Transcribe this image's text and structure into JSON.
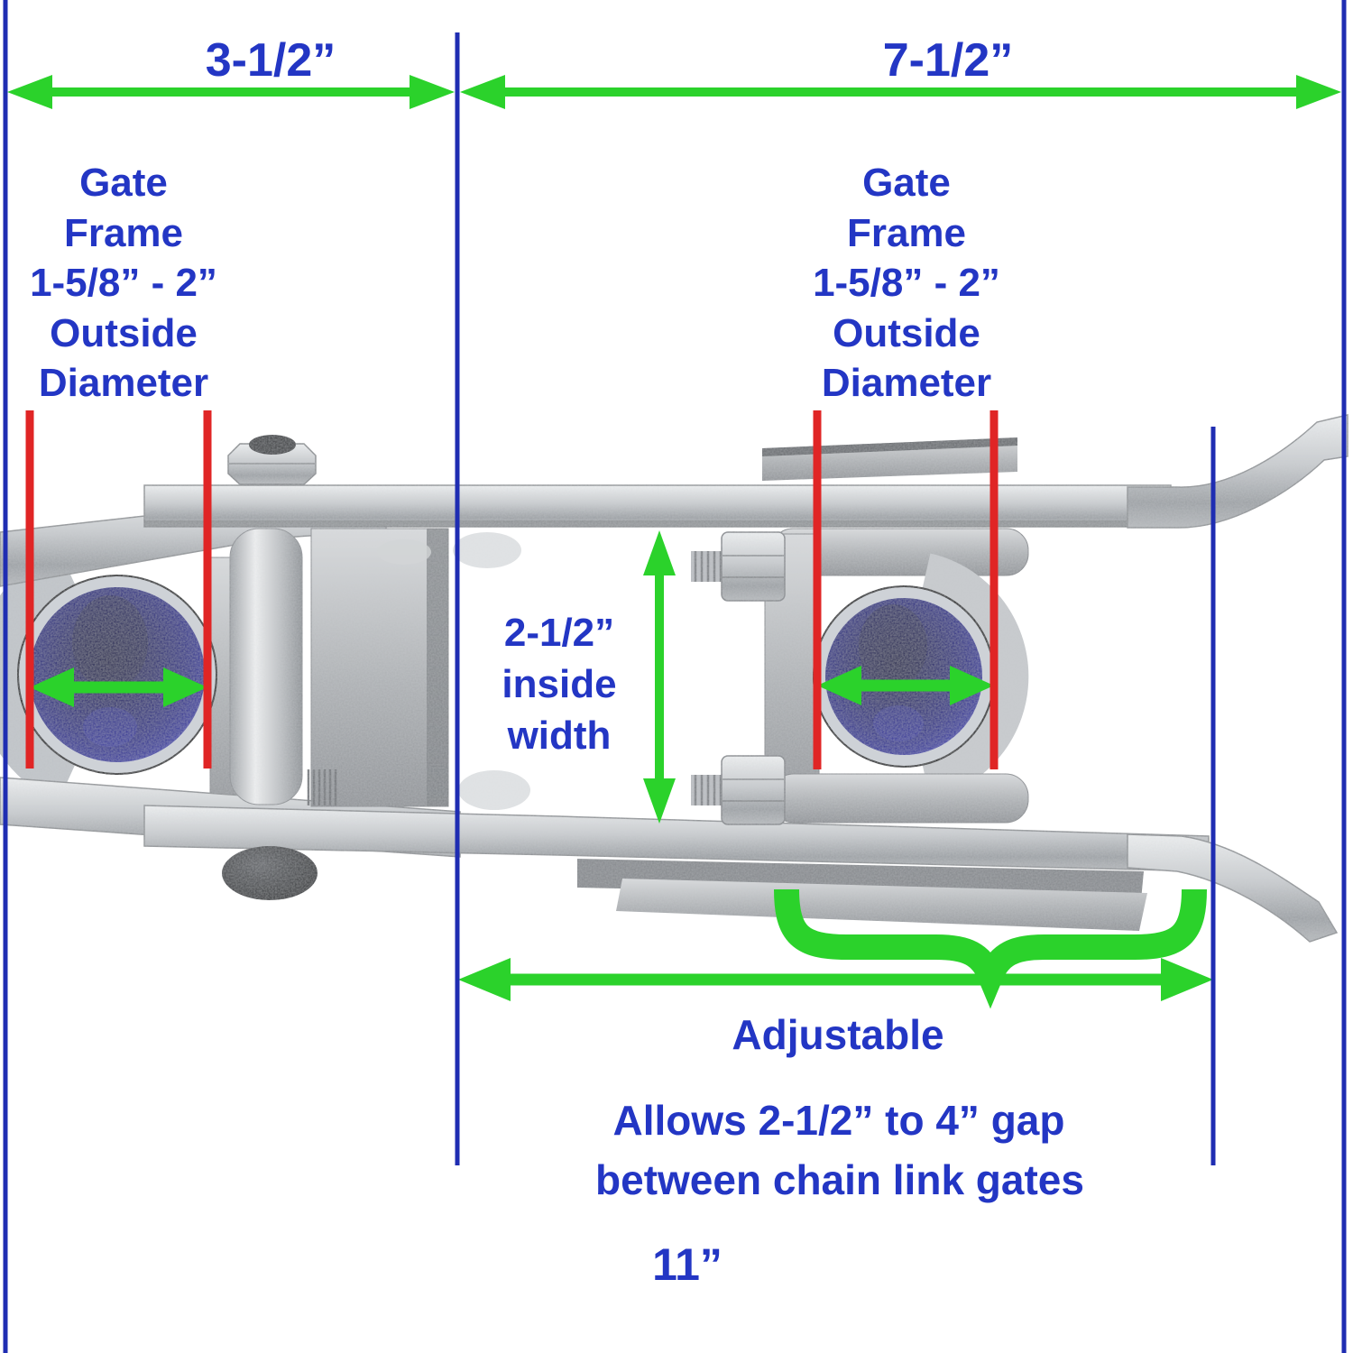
{
  "title": "Adjustable chain link gate latch dimension diagram",
  "colors": {
    "annotation_blue": "#1f2db2",
    "text_blue": "#2336c4",
    "arrow_green": "#2bd22b",
    "marker_red": "#e02525",
    "pipe_navy": "#1a1a7e"
  },
  "dimensions": {
    "top_left": "3-1/2”",
    "top_right": "7-1/2”",
    "overall": "11”",
    "inside_width": [
      "2-1/2”",
      "inside",
      "width"
    ]
  },
  "labels": {
    "gate_frame_left": [
      "Gate",
      "Frame",
      "1-5/8” - 2”",
      "Outside",
      "Diameter"
    ],
    "gate_frame_right": [
      "Gate",
      "Frame",
      "1-5/8” - 2”",
      "Outside",
      "Diameter"
    ],
    "adjustable": "Adjustable",
    "gap_line1": "Allows 2-1/2” to 4” gap",
    "gap_line2": "between chain link gates"
  }
}
